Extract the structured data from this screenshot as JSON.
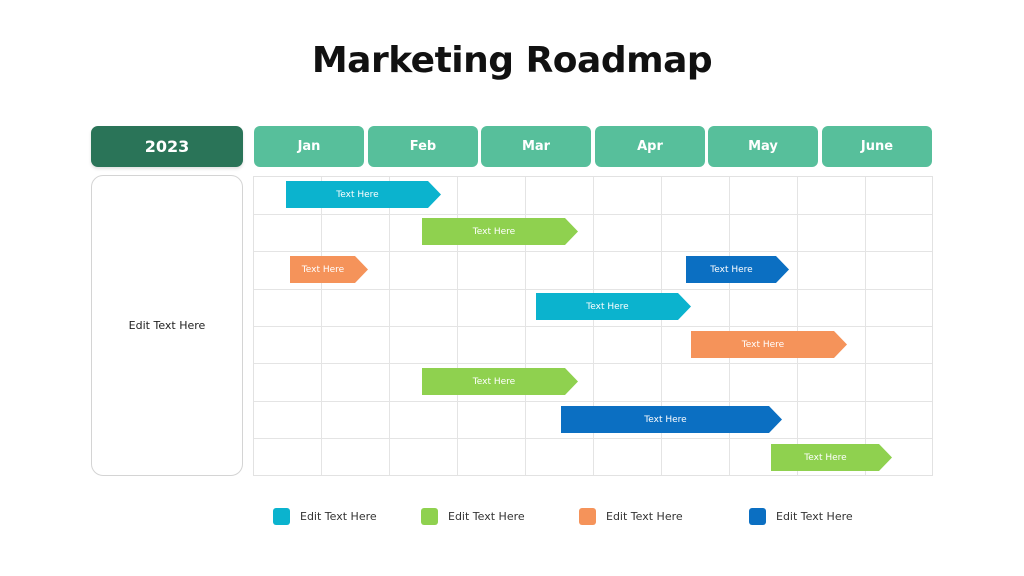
{
  "title": "Marketing Roadmap",
  "year": "2023",
  "months": [
    "Jan",
    "Feb",
    "Mar",
    "Apr",
    "May",
    "June"
  ],
  "side_text": "Edit Text Here",
  "colors": {
    "teal": "#0bb3ce",
    "green": "#8fd14f",
    "orange": "#f5935a",
    "blue": "#0b6fc2",
    "year_header": "#2a7458",
    "month_header": "#57bf9b"
  },
  "tasks": [
    {
      "label": "Text Here",
      "color": "teal"
    },
    {
      "label": "Text Here",
      "color": "green"
    },
    {
      "label": "Text Here",
      "color": "orange"
    },
    {
      "label": "Text Here",
      "color": "blue"
    },
    {
      "label": "Text Here",
      "color": "teal"
    },
    {
      "label": "Text Here",
      "color": "orange"
    },
    {
      "label": "Text Here",
      "color": "green"
    },
    {
      "label": "Text Here",
      "color": "blue"
    },
    {
      "label": "Text Here",
      "color": "green"
    }
  ],
  "legend": [
    {
      "label": "Edit Text Here",
      "color": "teal"
    },
    {
      "label": "Edit Text Here",
      "color": "green"
    },
    {
      "label": "Edit Text Here",
      "color": "orange"
    },
    {
      "label": "Edit Text Here",
      "color": "blue"
    }
  ]
}
